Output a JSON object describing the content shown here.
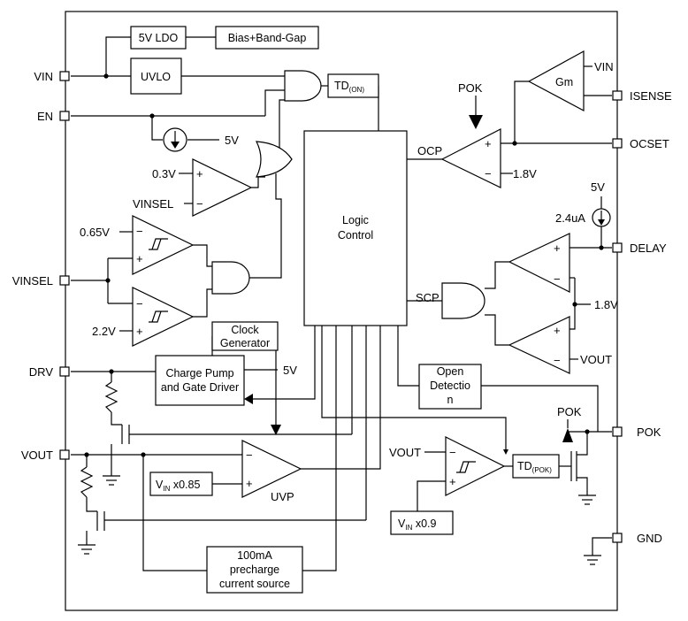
{
  "pins": {
    "vin": "VIN",
    "en": "EN",
    "vinsel": "VINSEL",
    "drv": "DRV",
    "vout": "VOUT",
    "isense": "ISENSE",
    "ocset": "OCSET",
    "delay": "DELAY",
    "pok": "POK",
    "gnd": "GND"
  },
  "blocks": {
    "ldo": "5V LDO",
    "bias": "Bias+Band-Gap",
    "uvlo": "UVLO",
    "td_on_main": "TD",
    "td_on_sub": "(ON)",
    "logic_line1": "Logic",
    "logic_line2": "Control",
    "clock_line1": "Clock",
    "clock_line2": "Generator",
    "charge_line1": "Charge Pump",
    "charge_line2": "and Gate Driver",
    "open_line1": "Open",
    "open_line2": "Detectio",
    "open_line3": "n",
    "precharge_line1": "100mA",
    "precharge_line2": "precharge",
    "precharge_line3": "current source",
    "td_pok_main": "TD",
    "td_pok_sub": "(POK)",
    "vin085_v": "V",
    "vin085_sub": "IN",
    "vin085_rest": " x0.85",
    "vin09_v": "V",
    "vin09_sub": "IN",
    "vin09_rest": " x0.9",
    "gm": "Gm"
  },
  "labels": {
    "en_source": "5V",
    "v03": "0.3V",
    "vinsel_in": "VINSEL",
    "v065": "0.65V",
    "v22": "2.2V",
    "cp_supply": "5V",
    "uvp": "UVP",
    "pok_top": "POK",
    "ocp": "OCP",
    "v18_ocp": "1.8V",
    "gm_vin": "VIN",
    "delay_5v": "5V",
    "current": "2.4uA",
    "scp": "SCP",
    "v18_scp": "1.8V",
    "vout_cmp": "VOUT",
    "vout_pokcmp": "VOUT",
    "pok_arrow": "POK",
    "plus": "+",
    "minus": "−"
  }
}
